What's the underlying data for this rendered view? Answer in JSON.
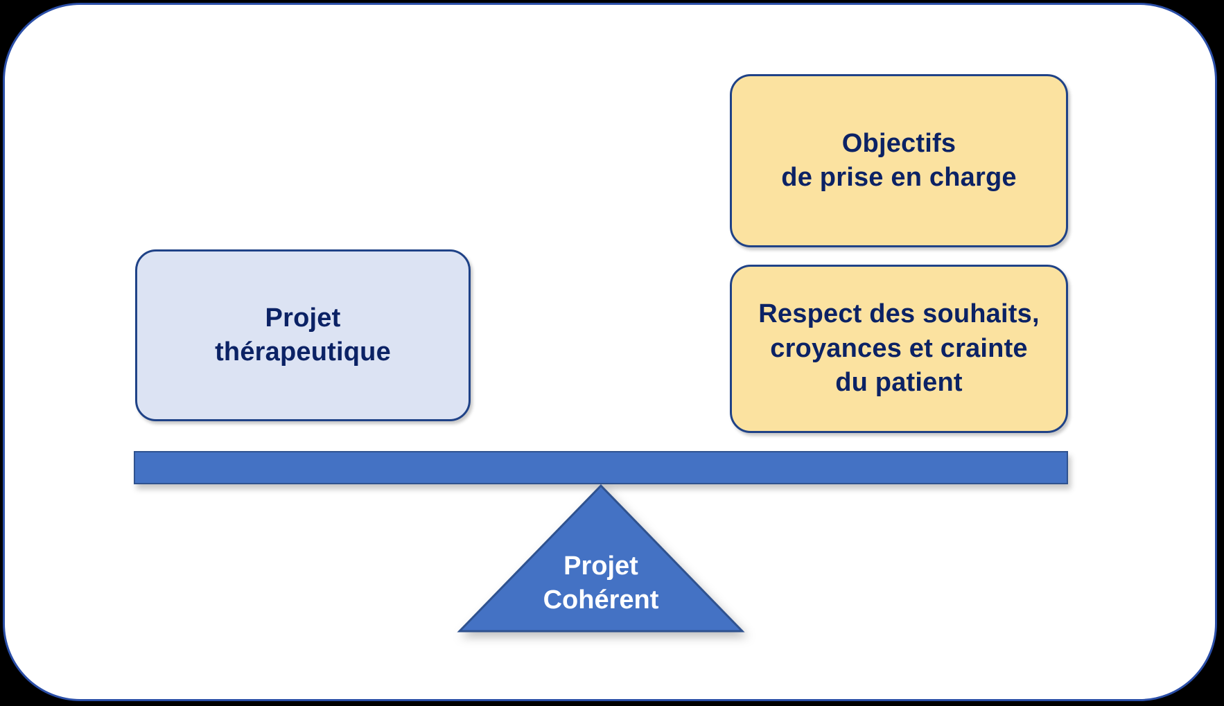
{
  "diagram": {
    "title": "Projet Coherent - balance diagram",
    "colors": {
      "frame_border": "#2B4FA8",
      "frame_fill": "#FFFFFF",
      "page_background": "#000000",
      "left_box_fill": "#DCE3F3",
      "yellow_box_fill": "#FBE2A0",
      "box_border": "#1F4287",
      "text_navy": "#0B2265",
      "beam_fill": "#4472C4",
      "beam_border": "#2F528F",
      "fulcrum_fill": "#4472C4",
      "fulcrum_border": "#2F528F",
      "fulcrum_text": "#FFFFFF"
    },
    "left_box": {
      "line1": "Projet",
      "line2": "thérapeutique"
    },
    "objectives_box": {
      "line1": "Objectifs",
      "line2": "de prise en charge"
    },
    "respect_box": {
      "line1": "Respect des souhaits,",
      "line2": "croyances et crainte",
      "line3": "du patient"
    },
    "beam": {
      "label": ""
    },
    "fulcrum": {
      "line1": "Projet",
      "line2": "Cohérent"
    }
  }
}
